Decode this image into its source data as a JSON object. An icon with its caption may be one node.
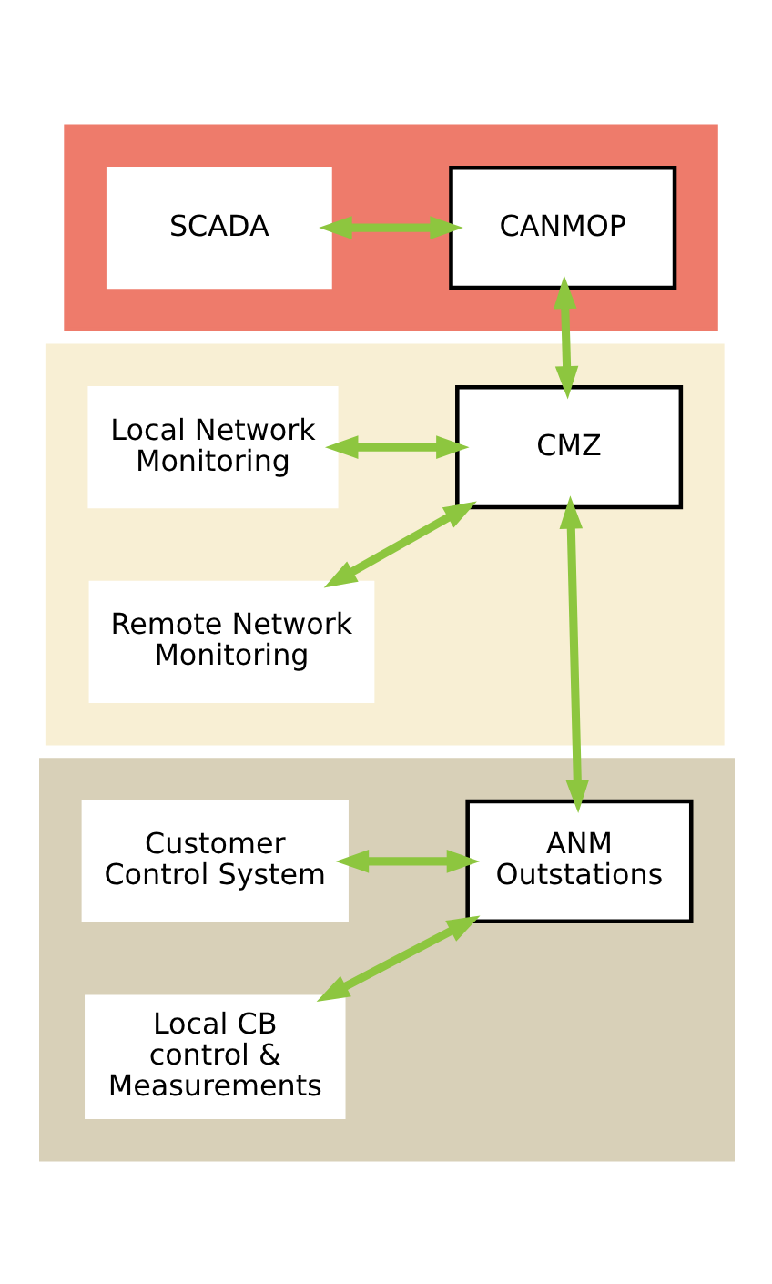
{
  "diagram": {
    "nodes": [
      {
        "text": [],
        "shape": "box"
      },
      {
        "text": [
          "SCADA"
        ],
        "in": 0
      },
      {
        "text": [
          "CANMOP"
        ],
        "in": 0
      },
      {
        "text": [],
        "shape": "box"
      },
      {
        "text": [
          "Local Network Monitoring"
        ],
        "in": 3
      },
      {
        "text": [
          "Remote Network Monitoring"
        ],
        "in": 3
      },
      {
        "text": [
          "CMZ"
        ],
        "in": 3
      },
      {
        "text": [],
        "shape": "box"
      },
      {
        "text": [
          "Customer Control System"
        ],
        "in": 7
      },
      {
        "text": [
          "Local CB control & Measurements"
        ],
        "in": 7
      },
      {
        "text": [
          "ANM Outstations"
        ],
        "in": 7
      }
    ],
    "edges": [
      {
        "from": 1,
        "to": 2,
        "arrow": "both"
      },
      {
        "from": 2,
        "to": 6,
        "arrow": "both"
      },
      {
        "from": 4,
        "to": 6,
        "arrow": "both"
      },
      {
        "from": 5,
        "to": 6,
        "arrow": "both"
      },
      {
        "from": 6,
        "to": 10,
        "arrow": "both"
      },
      {
        "from": 8,
        "to": 10,
        "arrow": "both"
      },
      {
        "from": 9,
        "to": 10,
        "arrow": "both"
      }
    ]
  }
}
